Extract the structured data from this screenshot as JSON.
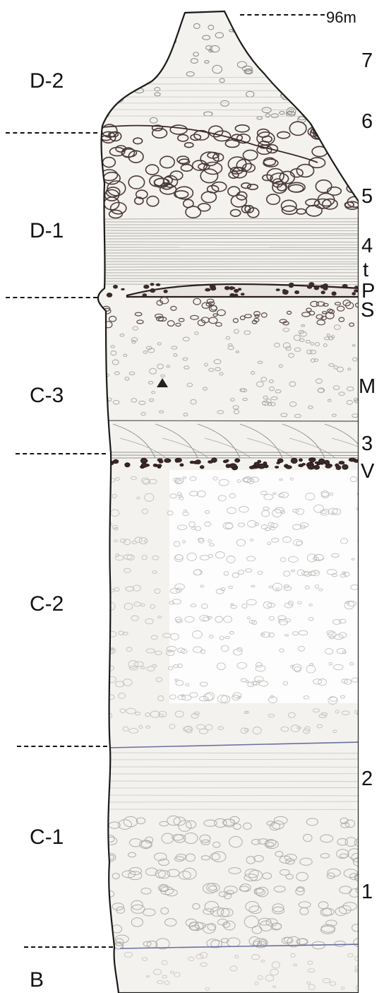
{
  "elevation_label": "96m",
  "units": [
    "D-2",
    "D-1",
    "C-3",
    "C-2",
    "C-1",
    "B"
  ],
  "beds": [
    "7",
    "6",
    "5",
    "4",
    "t",
    "P",
    "S",
    "M",
    "3",
    "V",
    "2",
    "1"
  ],
  "colors": {
    "ink": "#1a1a1a",
    "paper": "#f4f2ee",
    "contact": "#6a6fa0",
    "clast": "#b8b6b2",
    "dark_clast": "#3a2a2a"
  }
}
